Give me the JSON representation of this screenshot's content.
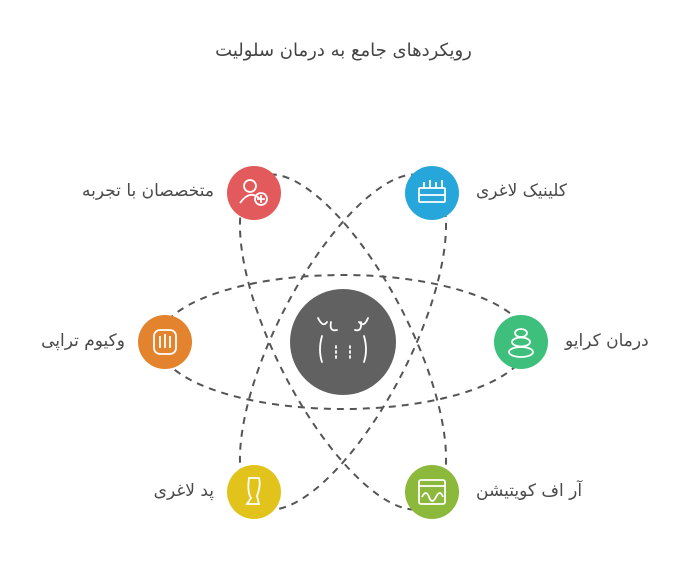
{
  "title": "رویکردهای جامع به درمان سلولیت",
  "center": {
    "name": "body-contour-icon",
    "color": "#616161"
  },
  "nodes": [
    {
      "id": "experts",
      "label": "متخصصان با تجربه",
      "color": "#e35a5c",
      "icon": "doctor-icon"
    },
    {
      "id": "clinic",
      "label": "کلینیک لاغری",
      "color": "#27a6dc",
      "icon": "skin-layers-icon"
    },
    {
      "id": "vacuum",
      "label": "وکیوم تراپی",
      "color": "#e3832e",
      "icon": "hand-press-icon"
    },
    {
      "id": "cryo",
      "label": "درمان کرایو",
      "color": "#3ec07c",
      "icon": "stones-icon"
    },
    {
      "id": "pad",
      "label": "پد لاغری",
      "color": "#e2c31c",
      "icon": "leg-icon"
    },
    {
      "id": "rf",
      "label": "آر اف کویتیشن",
      "color": "#8cb93b",
      "icon": "monitor-wave-icon"
    }
  ]
}
